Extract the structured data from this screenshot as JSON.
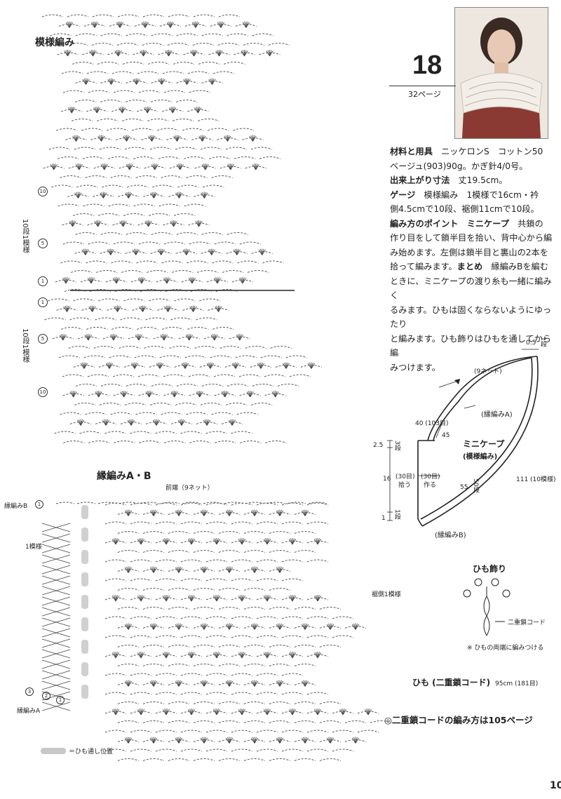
{
  "section_pattern": {
    "title": "模様編み"
  },
  "pattern_no": "18",
  "page_ref": "32ページ",
  "text": {
    "materials_head": "材料と用具",
    "materials_a": "ニッケロンS　コットン50",
    "materials_b": "ベージュ(903)90g。かぎ針4/0号。",
    "size_head": "出来上がり寸法",
    "size": "丈19.5cm。",
    "gauge_head": "ゲージ",
    "gauge_a": "模様編み　1模様で16cm・衿",
    "gauge_b": "側4.5cmで10段、裾側11cmで10段。",
    "point_head": "編み方のポイント",
    "point_sub": "ミニケープ",
    "point_a": "共鎖の",
    "line_1": "作り目をして鎖半目を拾い、背中心から編",
    "line_2": "み始めます。左側は鎖半目と裏山の2本を",
    "line_3a": "拾って編みます。",
    "line_3k": "まとめ",
    "line_3b": "縁編みBを編む",
    "line_4": "ときに、ミニケープの渡り糸も一緒に編みく",
    "line_5": "るみます。ひもは固くならないようにゆったり",
    "line_6": "と編みます。ひも飾りはひもを通してから編",
    "line_7": "みつけます。"
  },
  "left_labels": {
    "rows_a": "10段1模様",
    "rows_b": "10段1模様",
    "row10a": "10",
    "row5a": "5",
    "row1a": "1",
    "row1b": "1",
    "row5b": "5",
    "row10b": "10"
  },
  "section_edge": {
    "title": "縁編みA・B",
    "front": "前端（9ネット）",
    "edgeB": "縁編みB",
    "one": "1",
    "pattern1": "1模様",
    "hem_side": "裾側1模様",
    "edgeA": "縁編みA",
    "r3": "3",
    "r2": "2",
    "r1": "1"
  },
  "legend": {
    "label": "＝ひも通し位置"
  },
  "cape_diagram": {
    "top_small": "0.5",
    "top_small_rows": "1段",
    "net": "(9ネット)",
    "edgeA": "(縁編みA)",
    "m40": "40 (103目)",
    "m45": "45",
    "title": "ミニケープ",
    "subtitle": "(模様編み)",
    "m25": "2.5",
    "m3": "3段",
    "m16": "16",
    "m30a": "(30目)",
    "m30a_sub": "拾う",
    "m30b": "(30目)",
    "m30b_sub": "作る",
    "m55": "55",
    "m50": "50段",
    "m111": "111 (10模様)",
    "m1": "1",
    "m1r": "1段",
    "edgeB": "(縁編みB)"
  },
  "cord": {
    "title": "ひも飾り",
    "label": "二重鎖コード",
    "note": "※ ひもの両端に編みつける",
    "himo": "ひも (二重鎖コード)",
    "himo_len": "95cm (181目)"
  },
  "footer_ref": "◎二重鎖コードの編み方は105ページ",
  "page_no": "10"
}
